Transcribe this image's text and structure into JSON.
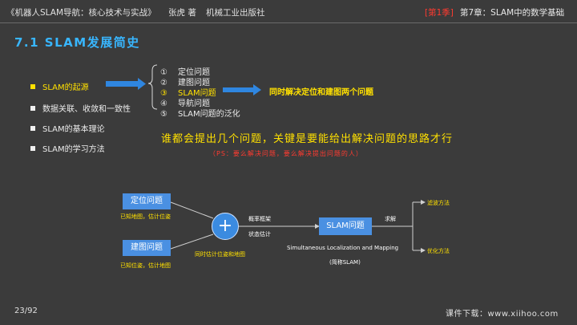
{
  "header": {
    "book_title": "《机器人SLAM导航：核心技术与实战》",
    "author": "张虎 著",
    "publisher": "机械工业出版社",
    "season": "[第1季]",
    "chapter": "第7章：SLAM中的数学基础"
  },
  "section_title": "7.1 SLAM发展简史",
  "menu": {
    "items": [
      {
        "label": "SLAM的起源"
      },
      {
        "label": "数据关联、收敛和一致性"
      },
      {
        "label": "SLAM的基本理论"
      },
      {
        "label": "SLAM的学习方法"
      }
    ]
  },
  "problems": {
    "items": [
      {
        "num": "①",
        "label": "定位问题"
      },
      {
        "num": "②",
        "label": "建图问题"
      },
      {
        "num": "③",
        "label": "SLAM问题"
      },
      {
        "num": "④",
        "label": "导航问题"
      },
      {
        "num": "⑤",
        "label": "SLAM问题的泛化"
      }
    ],
    "conclusion": "同时解决定位和建图两个问题"
  },
  "tagline": "谁都会提出几个问题，关键是要能给出解决问题的思路才行",
  "ps_note": "（PS：要么解决问题，要么解决提出问题的人）",
  "diagram": {
    "localization_box": "定位问题",
    "localization_note": "已知地图，估计位姿",
    "mapping_box": "建图问题",
    "mapping_note": "已知位姿，估计地图",
    "combine_note": "同时估计位姿和地图",
    "plus_symbol": "+",
    "prob_framework": "概率框架",
    "state_estimation": "状态估计",
    "slam_box": "SLAM问题",
    "slam_full": "Simultaneous Localization and Mapping",
    "slam_abbr": "(简称SLAM)",
    "solve": "求解",
    "filter_method": "滤波方法",
    "optimization_method": "优化方法"
  },
  "footer": {
    "page": "23/92",
    "download": "课件下载：www.xiihoo.com"
  },
  "colors": {
    "background": "#3b3b3b",
    "accent_blue": "#38b6ff",
    "highlight_yellow": "#ffe000",
    "alert_red": "#ff3b30",
    "box_blue": "#4a90e2"
  }
}
